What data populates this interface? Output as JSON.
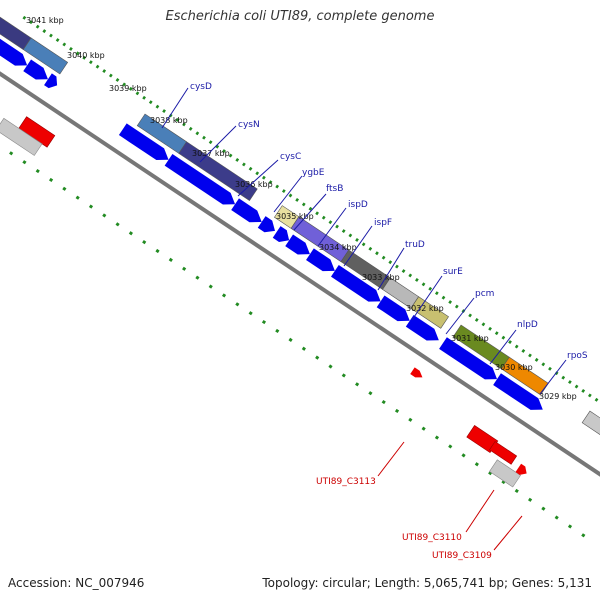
{
  "title": "Escherichia coli UTI89, complete genome",
  "accession": "Accession: NC_007946",
  "summary": "Topology: circular; Length: 5,065,741 bp; Genes: 5,131",
  "colors": {
    "cds": "#0000ee",
    "tag_red": "#ee0000",
    "grey": "#bbbbbb",
    "backbone": "#777777",
    "tick": "#228b22",
    "label_blue": "#1a1aa6",
    "label_red": "#cc0000"
  },
  "kbp_labels": [
    "3041 kbp",
    "3040 kbp",
    "3039 kbp",
    "3038 kbp",
    "3037 kbp",
    "3036 kbp",
    "3035 kbp",
    "3034 kbp",
    "3033 kbp",
    "3032 kbp",
    "3031 kbp",
    "3030 kbp",
    "3029 kbp"
  ],
  "gene_labels": [
    "cysD",
    "cysN",
    "cysC",
    "ygbE",
    "ftsB",
    "ispD",
    "ispF",
    "truD",
    "surE",
    "pcm",
    "nlpD",
    "rpoS"
  ],
  "red_labels": [
    "UTI89_C3113",
    "UTI89_C3110",
    "UTI89_C3109"
  ]
}
